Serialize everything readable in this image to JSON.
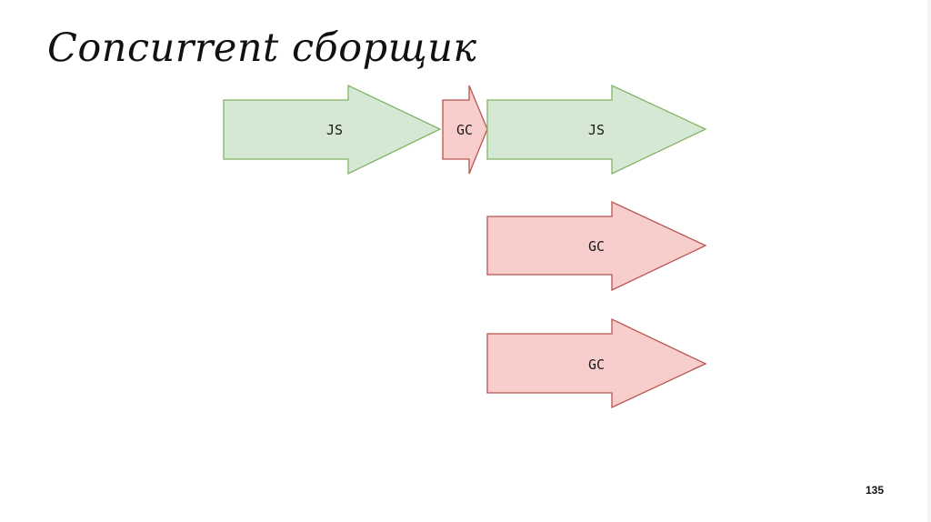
{
  "slide": {
    "title": "Concurrent сборщик",
    "page_number": "135"
  },
  "colors": {
    "js_fill": "#d5e8d4",
    "js_stroke": "#82b366",
    "gc_fill": "#f8cecc",
    "gc_stroke": "#b85450"
  },
  "diagram": {
    "main_thread": [
      {
        "label": "JS",
        "type": "js"
      },
      {
        "label": "GC",
        "type": "gc"
      },
      {
        "label": "JS",
        "type": "js"
      }
    ],
    "background_threads": [
      {
        "label": "GC",
        "type": "gc"
      },
      {
        "label": "GC",
        "type": "gc"
      }
    ]
  }
}
